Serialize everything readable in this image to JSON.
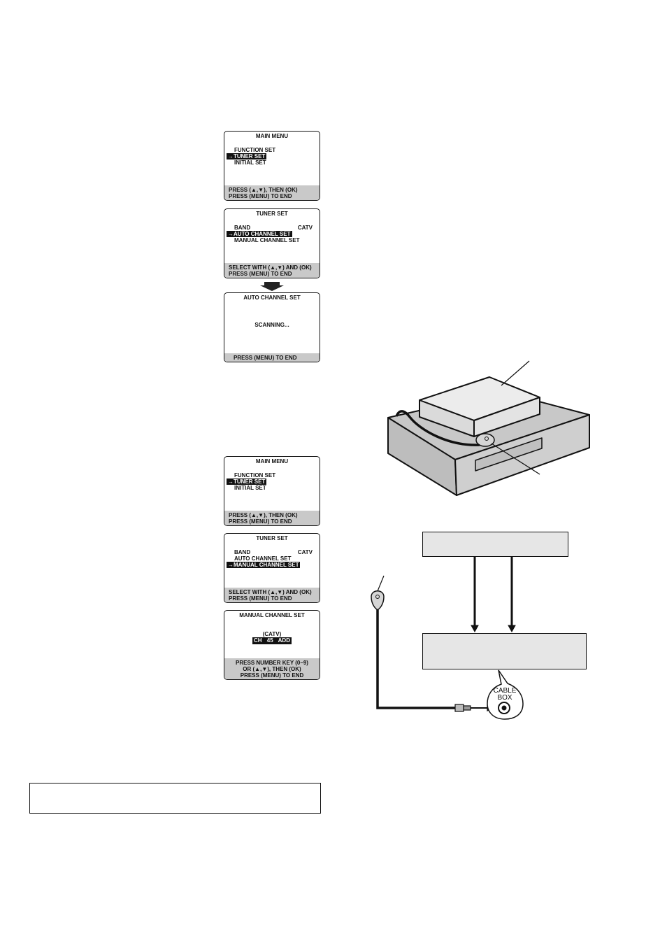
{
  "screen1": {
    "title": "MAIN MENU",
    "items": [
      "FUNCTION SET",
      "→TUNER SET",
      "INITIAL SET"
    ],
    "footer": [
      "PRESS (▲,▼), THEN (OK)",
      "PRESS (MENU) TO END"
    ]
  },
  "screen2": {
    "title": "TUNER SET",
    "band_label": "BAND",
    "band_value": "CATV",
    "items": [
      "→AUTO CHANNEL SET",
      "MANUAL CHANNEL SET"
    ],
    "footer": [
      "SELECT WITH (▲,▼) AND (OK)",
      "PRESS (MENU) TO END"
    ]
  },
  "screen3": {
    "title": "AUTO CHANNEL SET",
    "status": "SCANNING...",
    "footer": [
      "PRESS (MENU) TO END"
    ]
  },
  "screen4": {
    "title": "MAIN MENU",
    "items": [
      "FUNCTION SET",
      "→TUNER SET",
      "INITIAL SET"
    ],
    "footer": [
      "PRESS (▲,▼), THEN (OK)",
      "PRESS (MENU) TO END"
    ]
  },
  "screen5": {
    "title": "TUNER SET",
    "band_label": "BAND",
    "band_value": "CATV",
    "items": [
      "AUTO CHANNEL SET",
      "→MANUAL CHANNEL SET"
    ],
    "footer": [
      "SELECT WITH (▲,▼) AND (OK)",
      "PRESS (MENU) TO END"
    ]
  },
  "screen6": {
    "title": "MANUAL CHANNEL SET",
    "band": "(CATV)",
    "ch_label": "CH",
    "ch_number": "45",
    "ch_action": "ADD",
    "footer": [
      "PRESS NUMBER KEY (0–9)",
      "OR (▲,▼), THEN (OK)",
      "PRESS (MENU) TO END"
    ]
  },
  "diagram": {
    "cable_box_label": "CABLE BOX"
  }
}
